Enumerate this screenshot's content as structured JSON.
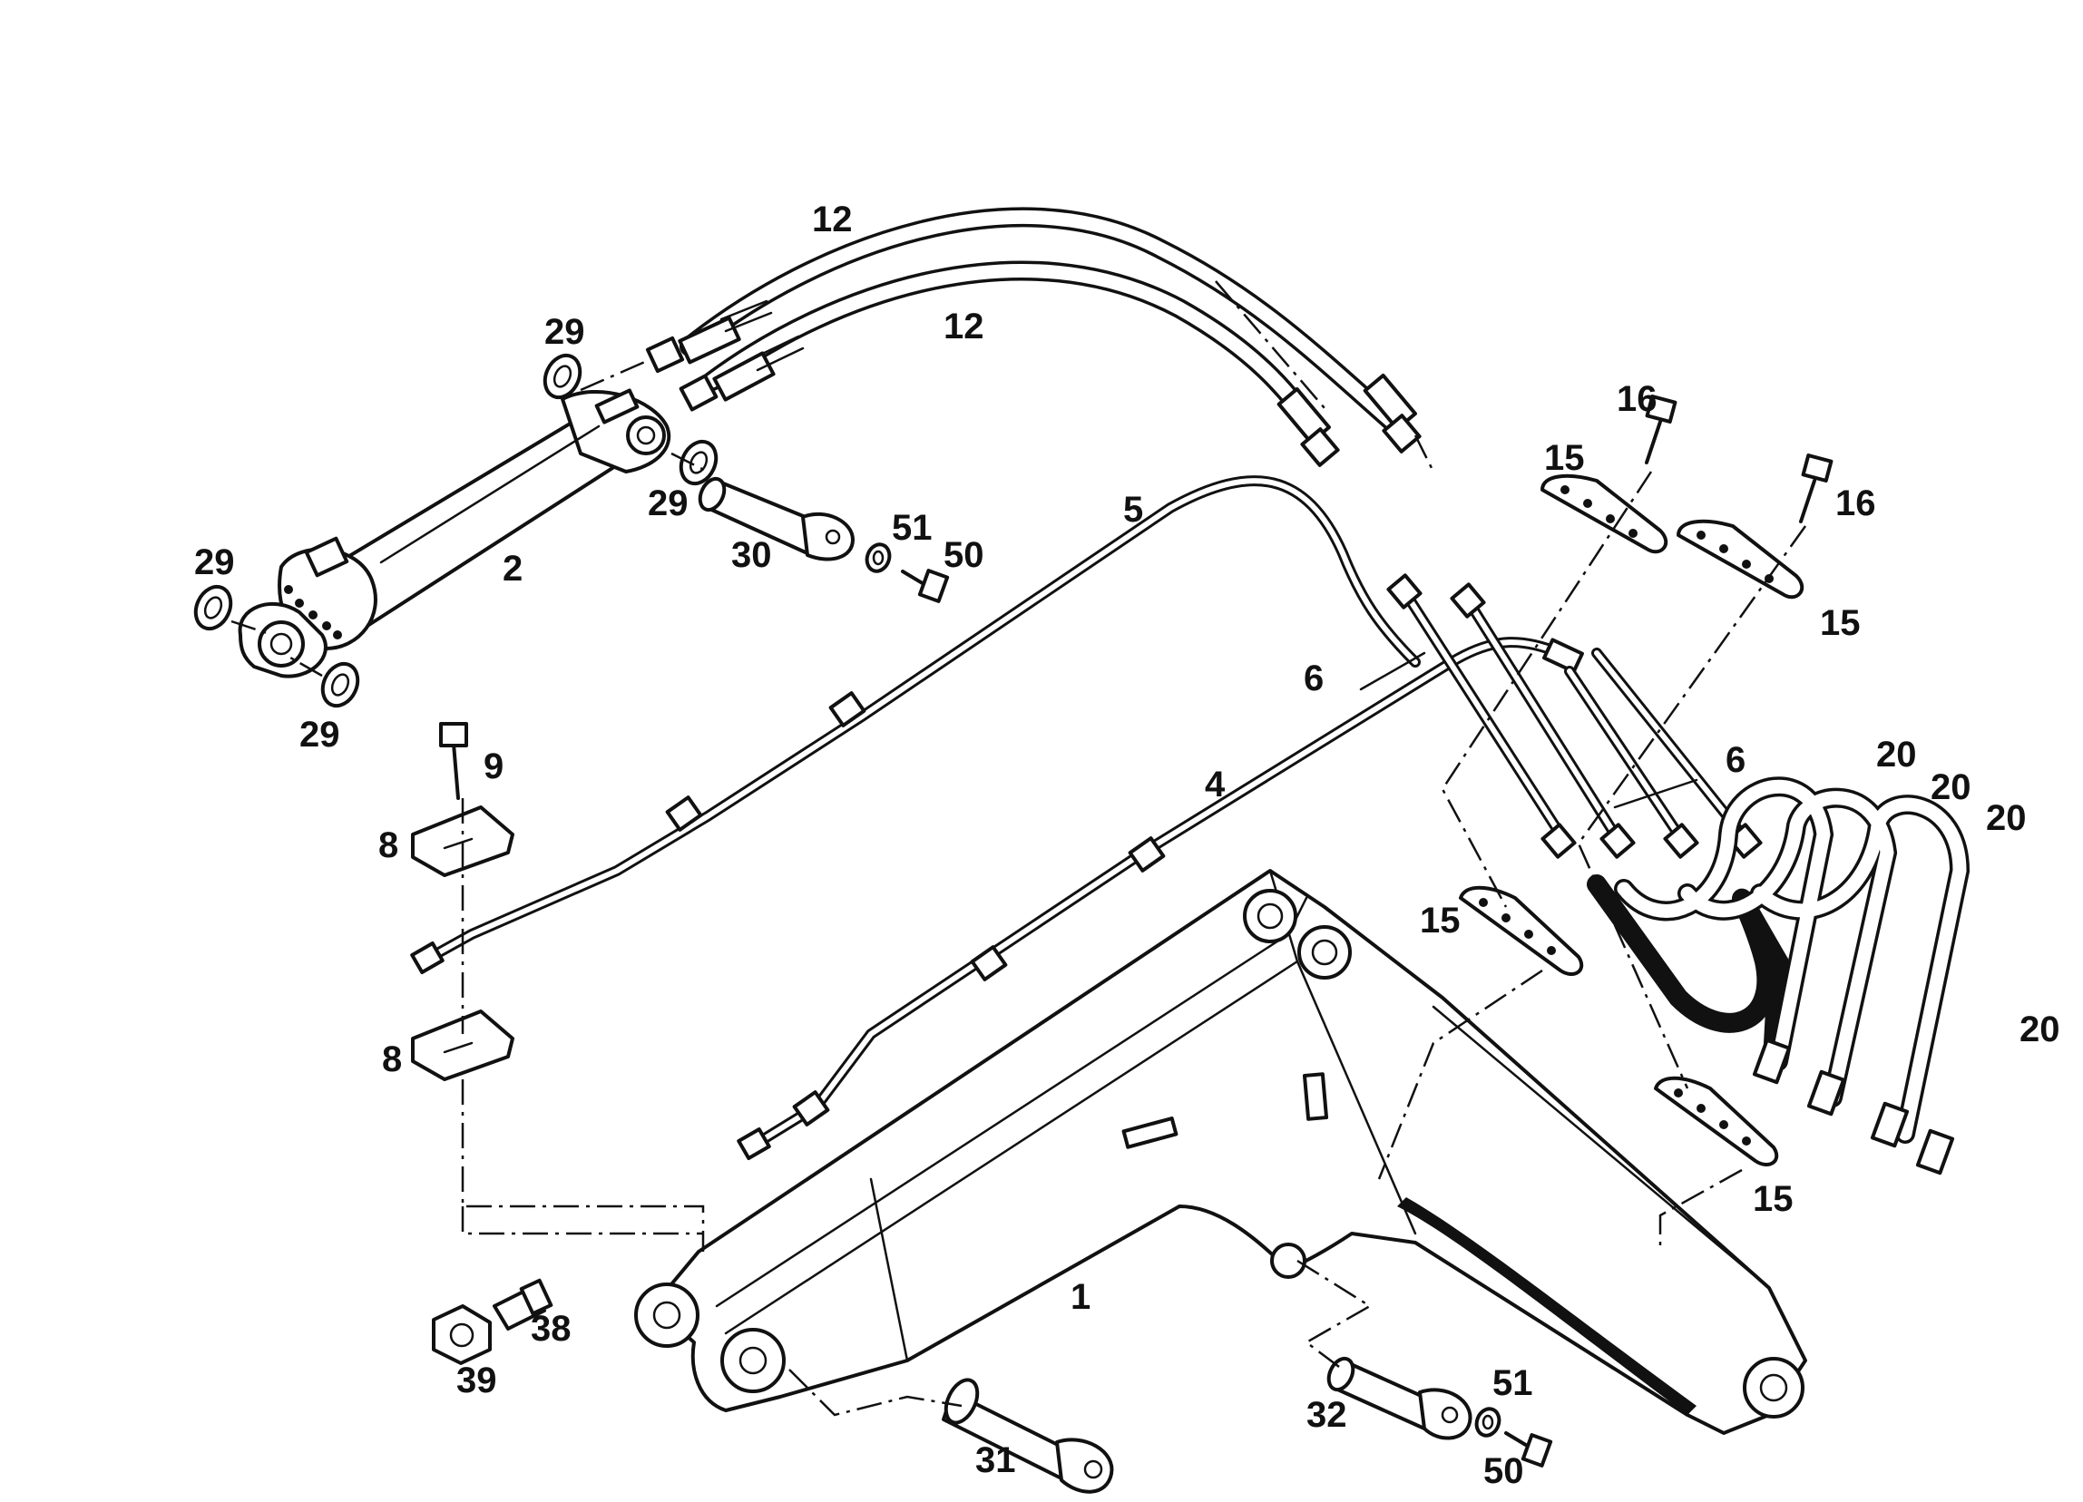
{
  "diagram": {
    "callouts": [
      {
        "id": "c12a",
        "text": "12"
      },
      {
        "id": "c12b",
        "text": "12"
      },
      {
        "id": "c29a",
        "text": "29"
      },
      {
        "id": "c29b",
        "text": "29"
      },
      {
        "id": "c29c",
        "text": "29"
      },
      {
        "id": "c29d",
        "text": "29"
      },
      {
        "id": "c2",
        "text": "2"
      },
      {
        "id": "c30",
        "text": "30"
      },
      {
        "id": "c51a",
        "text": "51"
      },
      {
        "id": "c50a",
        "text": "50"
      },
      {
        "id": "c5",
        "text": "5"
      },
      {
        "id": "c16a",
        "text": "16"
      },
      {
        "id": "c16b",
        "text": "16"
      },
      {
        "id": "c15a",
        "text": "15"
      },
      {
        "id": "c15b",
        "text": "15"
      },
      {
        "id": "c15c",
        "text": "15"
      },
      {
        "id": "c15d",
        "text": "15"
      },
      {
        "id": "c6a",
        "text": "6"
      },
      {
        "id": "c6b",
        "text": "6"
      },
      {
        "id": "c4",
        "text": "4"
      },
      {
        "id": "c9",
        "text": "9"
      },
      {
        "id": "c8a",
        "text": "8"
      },
      {
        "id": "c8b",
        "text": "8"
      },
      {
        "id": "c20a",
        "text": "20"
      },
      {
        "id": "c20b",
        "text": "20"
      },
      {
        "id": "c20c",
        "text": "20"
      },
      {
        "id": "c20d",
        "text": "20"
      },
      {
        "id": "c1",
        "text": "1"
      },
      {
        "id": "c38",
        "text": "38"
      },
      {
        "id": "c39",
        "text": "39"
      },
      {
        "id": "c31",
        "text": "31"
      },
      {
        "id": "c32",
        "text": "32"
      },
      {
        "id": "c51b",
        "text": "51"
      },
      {
        "id": "c50b",
        "text": "50"
      }
    ]
  }
}
